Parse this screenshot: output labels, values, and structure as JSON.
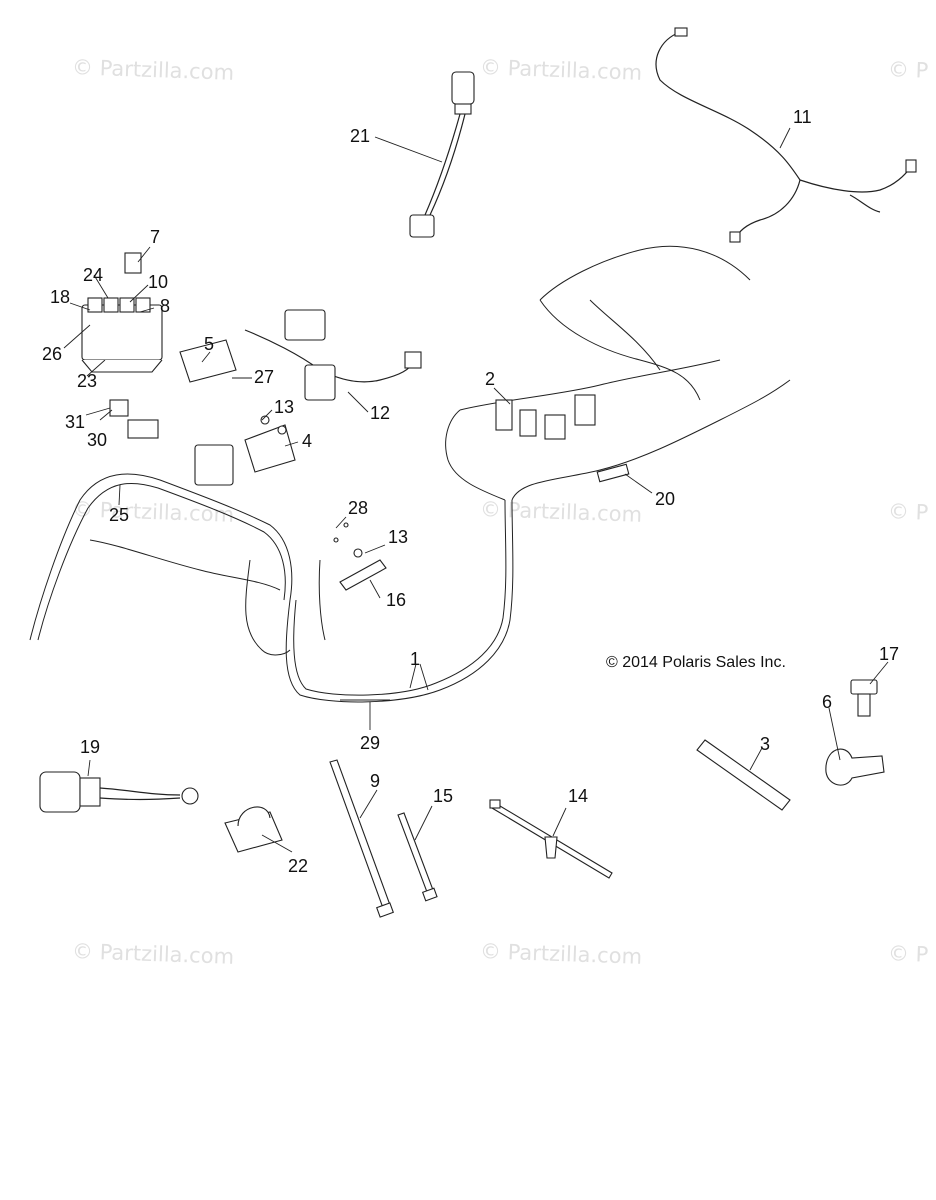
{
  "watermarks": [
    "© Partzilla.com",
    "© Partzilla.com",
    "© P",
    "© Partzilla.com",
    "© Partzilla.com",
    "© P",
    "© Partzilla.com",
    "© Partzilla.com",
    "© P"
  ],
  "copyright": "© 2014 Polaris Sales Inc.",
  "callouts": [
    "1",
    "2",
    "3",
    "4",
    "5",
    "6",
    "7",
    "8",
    "9",
    "10",
    "11",
    "12",
    "13",
    "13",
    "14",
    "15",
    "16",
    "17",
    "18",
    "19",
    "20",
    "21",
    "22",
    "23",
    "24",
    "25",
    "26",
    "27",
    "28",
    "29",
    "30",
    "31"
  ]
}
